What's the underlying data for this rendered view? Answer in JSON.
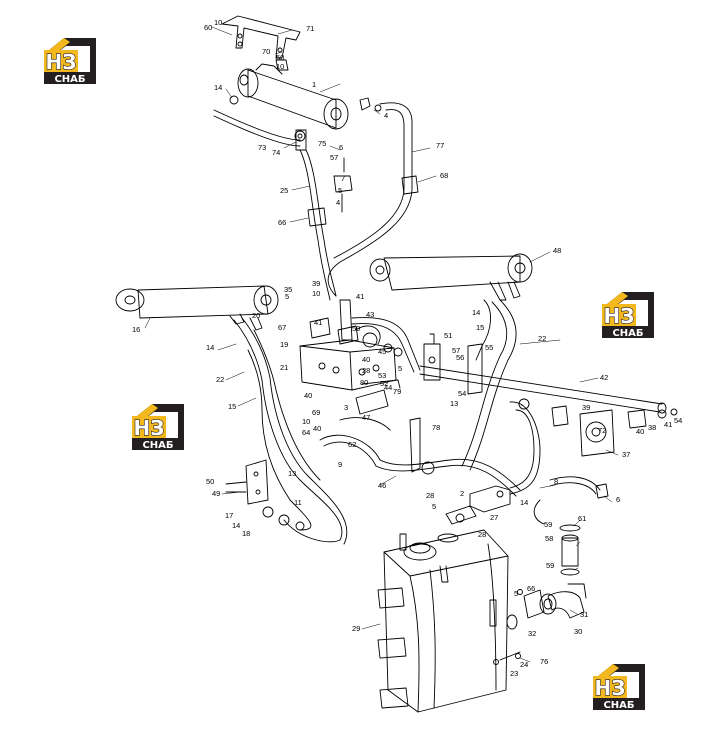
{
  "logo": {
    "brand_mark": "НЗ",
    "brand_word": "СНАБ",
    "colors": {
      "gold": "#f2b81d",
      "dark": "#231f20",
      "white": "#ffffff"
    }
  },
  "callouts": [
    "60",
    "10",
    "71",
    "70",
    "50",
    "10",
    "1",
    "14",
    "4",
    "73",
    "74",
    "75",
    "57",
    "6",
    "7",
    "77",
    "68",
    "5",
    "4",
    "25",
    "66",
    "48",
    "35",
    "39",
    "5",
    "10",
    "41",
    "43",
    "20",
    "16",
    "67",
    "41",
    "50",
    "14",
    "19",
    "45",
    "40",
    "28",
    "44",
    "51",
    "57",
    "56",
    "55",
    "22",
    "21",
    "40",
    "80",
    "53",
    "52",
    "5",
    "54",
    "13",
    "42",
    "22",
    "15",
    "15",
    "14",
    "40",
    "69",
    "10",
    "79",
    "3",
    "64",
    "47",
    "62",
    "9",
    "78",
    "39",
    "72",
    "38",
    "41",
    "54",
    "40",
    "37",
    "50",
    "49",
    "13",
    "11",
    "46",
    "8",
    "6",
    "28",
    "2",
    "5",
    "14",
    "17",
    "14",
    "18",
    "27",
    "59",
    "61",
    "58",
    "28",
    "59",
    "32",
    "5",
    "66",
    "31",
    "30",
    "29",
    "76",
    "24",
    "23"
  ]
}
